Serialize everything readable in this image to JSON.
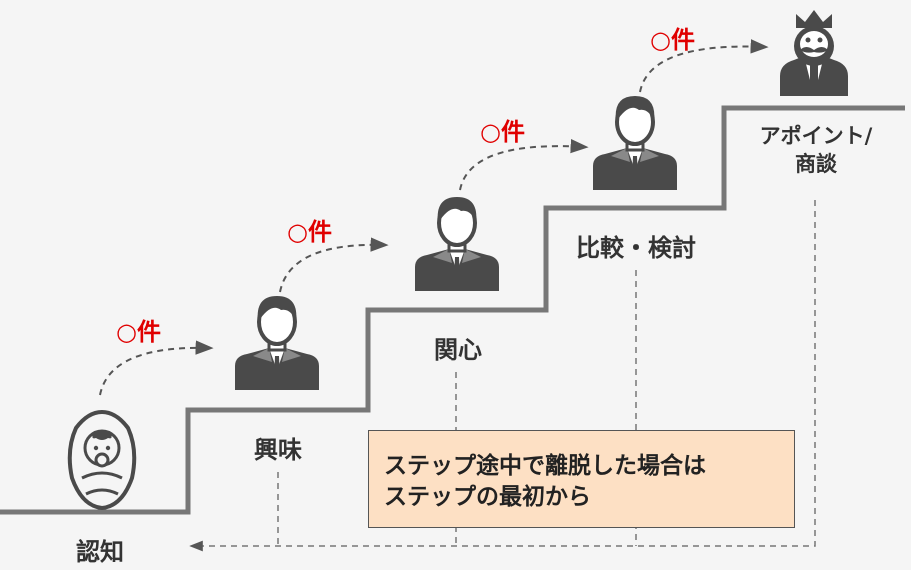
{
  "stages": [
    {
      "label": "認知"
    },
    {
      "label": "興味"
    },
    {
      "label": "関心"
    },
    {
      "label": "比較・検討"
    },
    {
      "label_line1": "アポイント/",
      "label_line2": "商談"
    }
  ],
  "counts": [
    "○件",
    "○件",
    "○件",
    "○件"
  ],
  "note": {
    "line1": "ステップ途中で離脱した場合は",
    "line2": "ステップの最初から"
  },
  "colors": {
    "stair_line": "#777777",
    "dashed_arrow": "#555555",
    "icon": "#4a4a4a",
    "count_text": "#e00000",
    "note_fill": "#fde0c4"
  }
}
